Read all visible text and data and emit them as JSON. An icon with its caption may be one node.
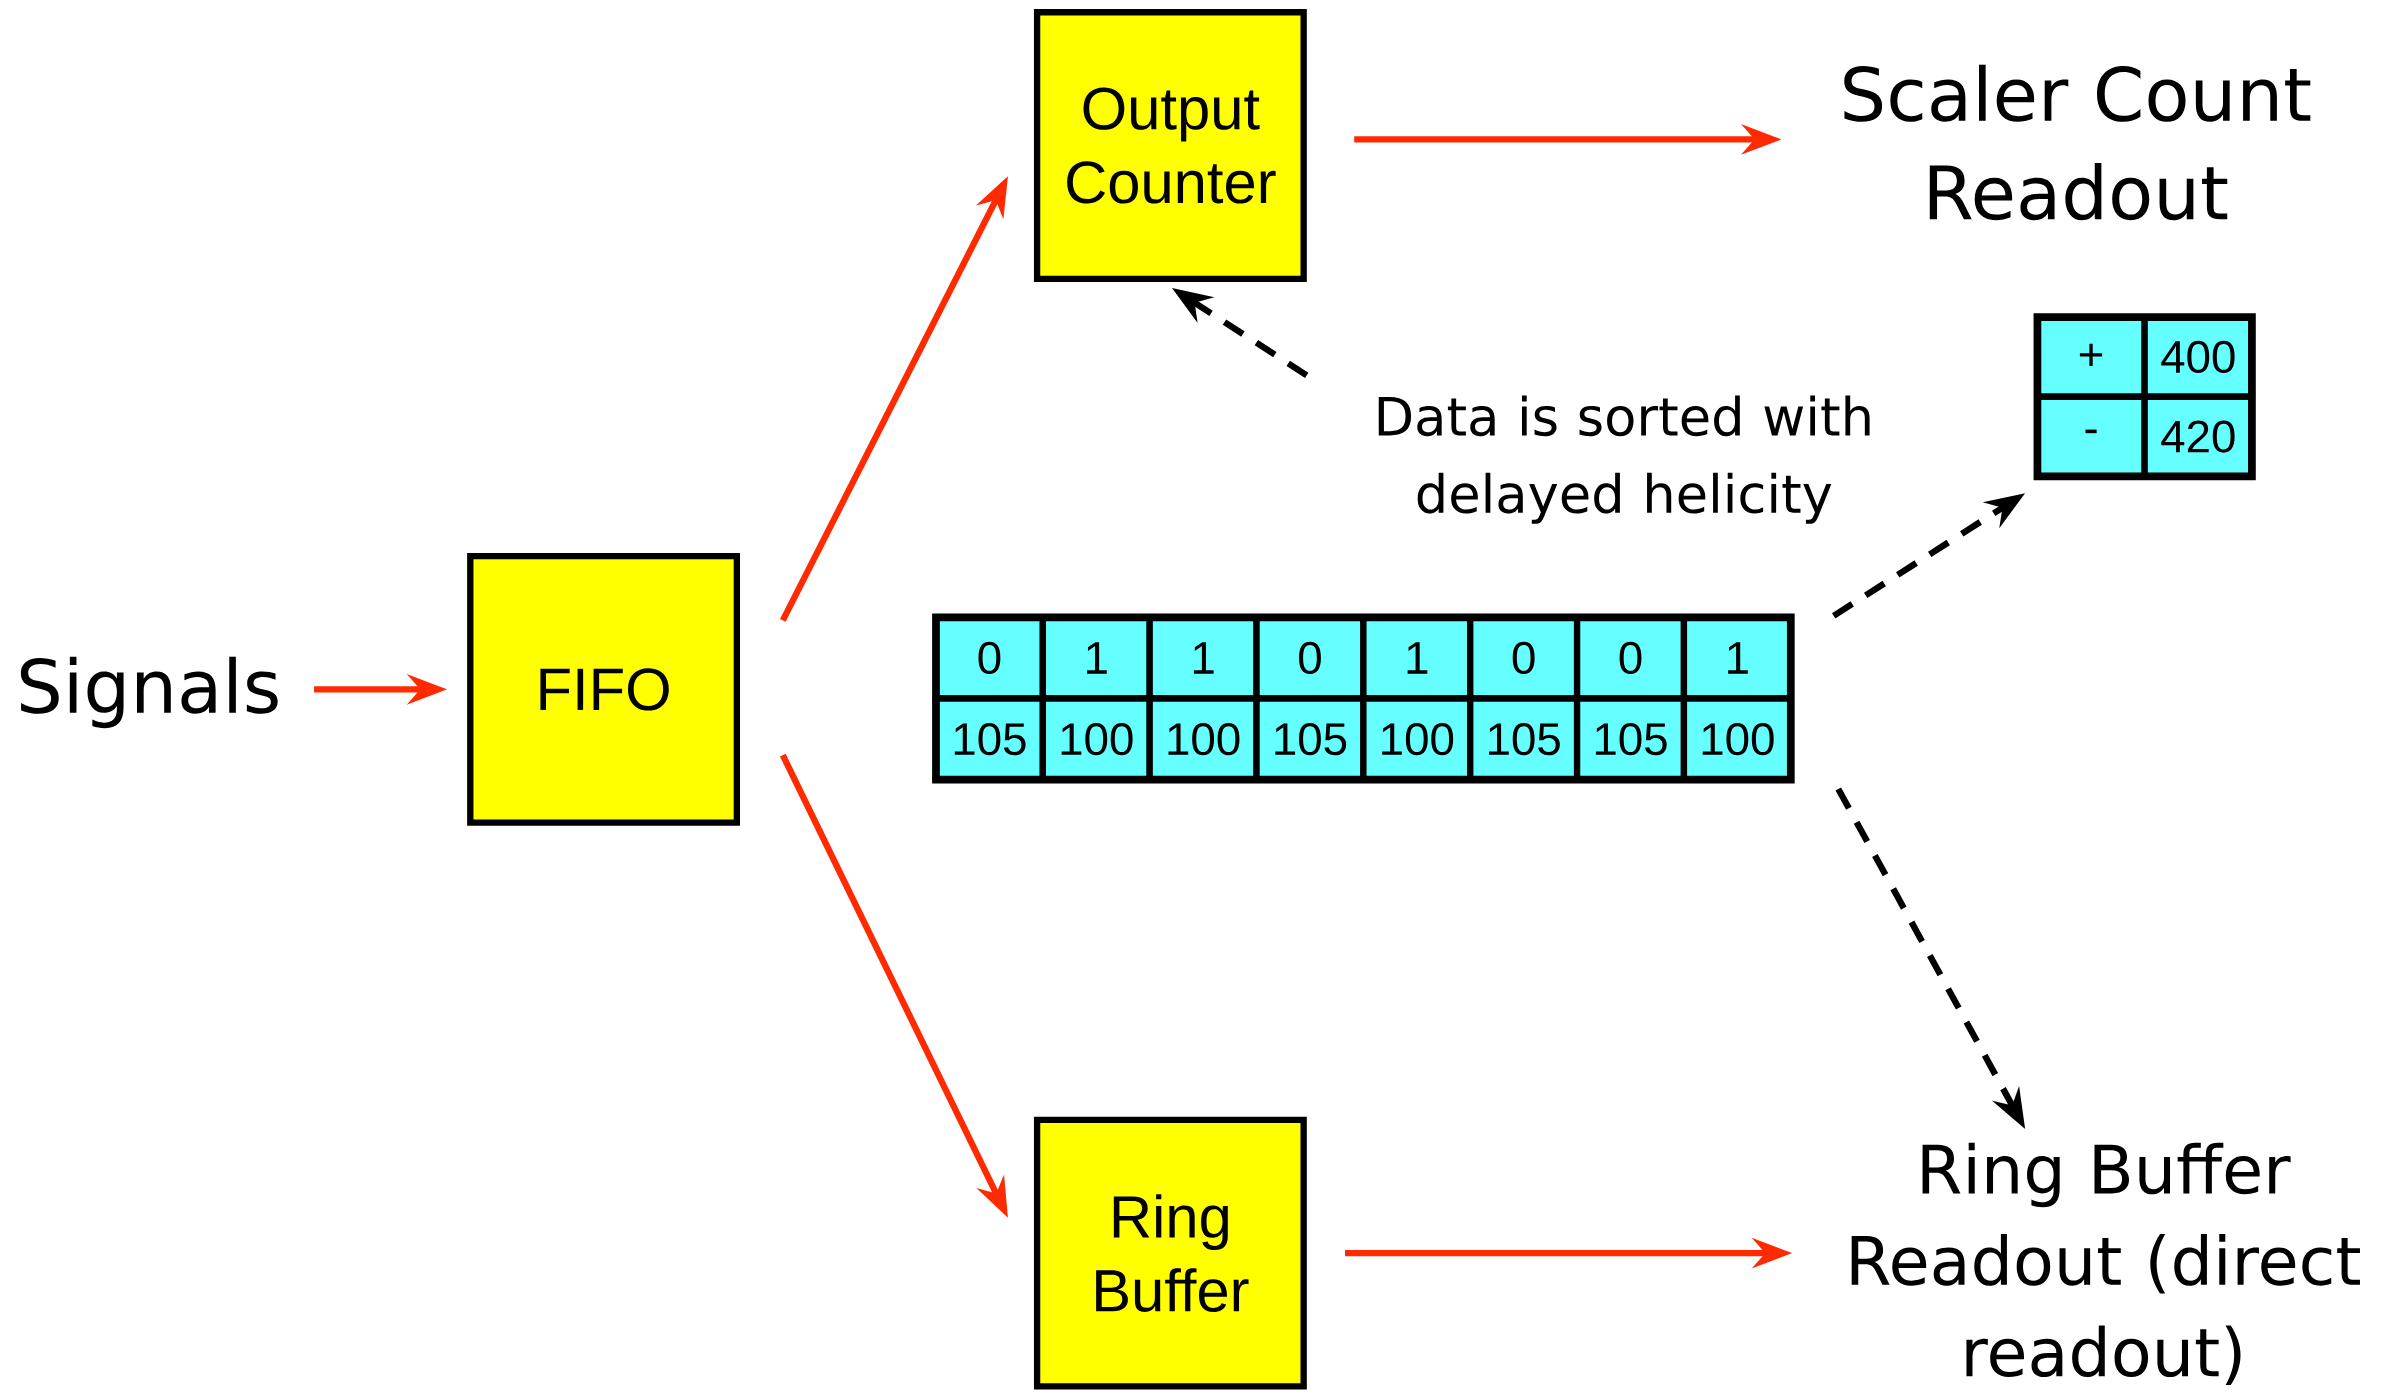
{
  "diagram": {
    "nodes": [
      {
        "text": [
          "Signals"
        ]
      },
      {
        "text": [
          "FIFO"
        ]
      },
      {
        "text": [
          "Output Counter"
        ]
      },
      {
        "text": [
          "Ring Buffer"
        ]
      },
      {
        "text": [
          "Scaler Count Readout"
        ]
      },
      {
        "text": [
          "Ring Buffer Readout (direct readout)"
        ]
      },
      {
        "text": [
          "Data is sorted with delayed helicity"
        ]
      },
      {
        "text": [
          "0",
          "1",
          "1",
          "0",
          "1",
          "0",
          "0",
          "1",
          "105",
          "100",
          "100",
          "105",
          "100",
          "105",
          "105",
          "100"
        ]
      },
      {
        "text": [
          "+",
          "400",
          "-",
          "420"
        ]
      }
    ],
    "edges": [
      {
        "from": 0,
        "to": 1,
        "arrow": "to"
      },
      {
        "from": 1,
        "to": 2,
        "arrow": "to"
      },
      {
        "from": 1,
        "to": 3,
        "arrow": "to"
      },
      {
        "from": 2,
        "to": 4,
        "arrow": "to"
      },
      {
        "from": 3,
        "to": 5,
        "arrow": "to"
      },
      {
        "from": 6,
        "to": 2,
        "arrow": "to",
        "style": "dashed",
        "color": "#000000"
      },
      {
        "from": 7,
        "to": 8,
        "arrow": "to",
        "style": "dashed",
        "color": "#000000"
      },
      {
        "from": 7,
        "to": 5,
        "arrow": "to",
        "style": "dashed",
        "color": "#000000"
      }
    ]
  }
}
